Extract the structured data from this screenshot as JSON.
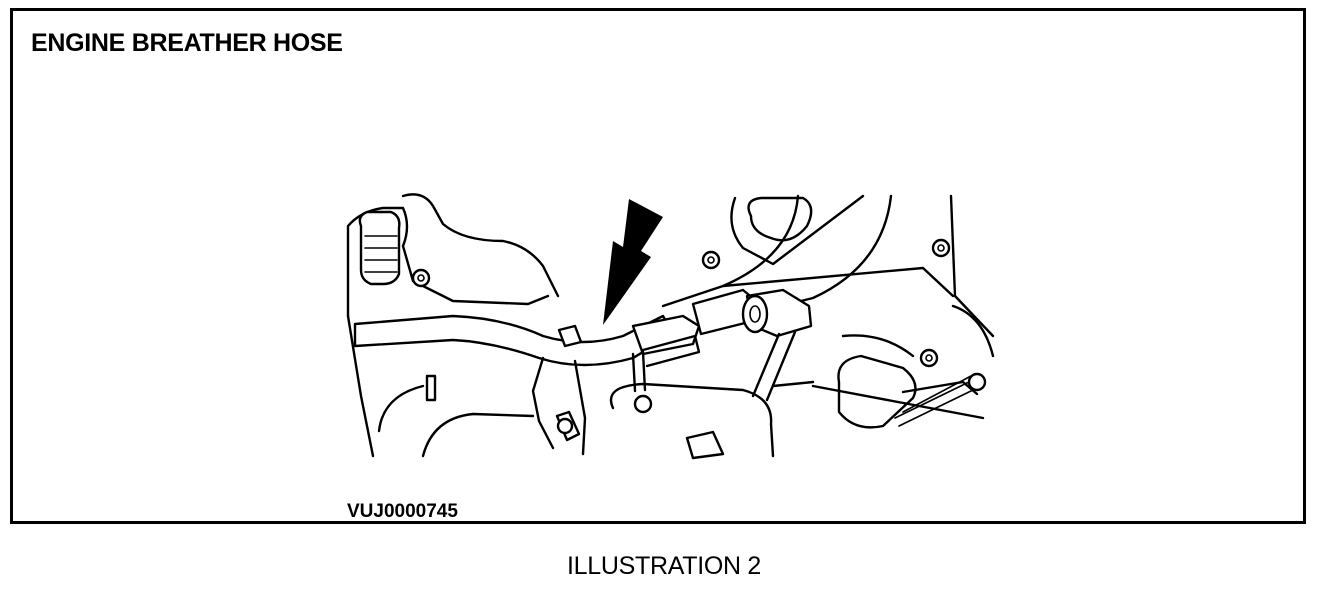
{
  "figure": {
    "title": "ENGINE BREATHER HOSE",
    "code": "VUJ0000745",
    "caption": "ILLUSTRATION 2"
  },
  "icons": {
    "pointer": "arrow-icon",
    "illustration": "engine-line-drawing"
  },
  "colors": {
    "ink": "#000000",
    "paper": "#ffffff"
  }
}
